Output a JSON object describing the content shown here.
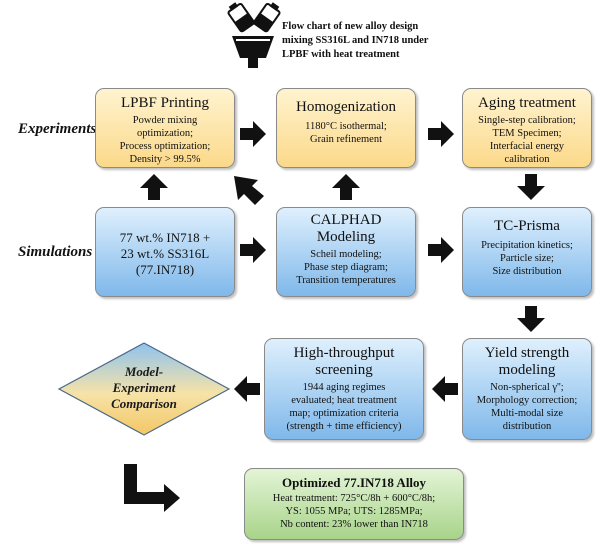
{
  "title": [
    "Flow chart of new alloy design",
    "mixing SS316L and IN718 under",
    "LPBF with heat treatment"
  ],
  "row_labels": {
    "experiments": "Experiments",
    "simulations": "Simulations"
  },
  "boxes": {
    "lpbf": {
      "title": "LPBF Printing",
      "items": [
        "Powder mixing",
        "optimization;",
        "Process optimization;",
        "Density > 99.5%"
      ]
    },
    "homog": {
      "title": "Homogenization",
      "items": [
        "1180°C isothermal;",
        "Grain refinement"
      ]
    },
    "aging": {
      "title": "Aging treatment",
      "items": [
        "Single-step calibration;",
        "TEM Specimen;",
        "Interfacial energy",
        "calibration"
      ]
    },
    "composition": {
      "items": [
        "77 wt.% IN718 +",
        "23 wt.% SS316L",
        "(77.IN718)"
      ]
    },
    "calphad": {
      "title": [
        "CALPHAD",
        "Modeling"
      ],
      "items": [
        "Scheil modeling;",
        "Phase step diagram;",
        "Transition temperatures"
      ]
    },
    "tcprisma": {
      "title": "TC-Prisma",
      "items": [
        "Precipitation kinetics;",
        "Particle size;",
        "Size distribution"
      ]
    },
    "yield": {
      "title": [
        "Yield strength",
        "modeling"
      ],
      "items": [
        "Non-spherical γ'';",
        "Morphology correction;",
        "Multi-modal size",
        "distribution"
      ]
    },
    "screening": {
      "title": [
        "High-throughput",
        "screening"
      ],
      "items": [
        "1944 aging regimes",
        "evaluated; heat treatment",
        "map;  optimization criteria",
        "(strength + time efficiency)"
      ]
    },
    "optimized": {
      "title": "Optimized 77.IN718 Alloy",
      "items": [
        "Heat treatment: 725°C/8h + 600°C/8h;",
        "YS: 1055 MPa; UTS: 1285MPa;",
        "Nb content: 23% lower than IN718"
      ]
    }
  },
  "diamond_label": [
    "Model-",
    "Experiment",
    "Comparison"
  ],
  "colors": {
    "orange": "#fbd98a",
    "blue": "#7fb8ea",
    "green": "#a8d48a",
    "arrow": "#111111"
  }
}
